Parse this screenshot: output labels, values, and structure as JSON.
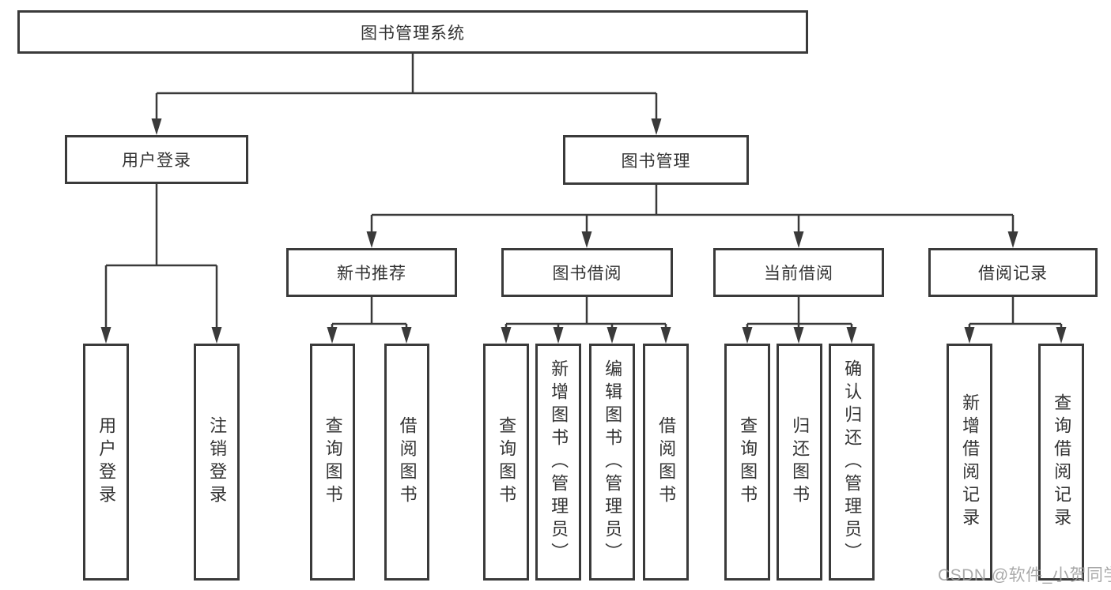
{
  "diagram": {
    "root": {
      "label": "图书管理系统"
    },
    "level2": [
      {
        "id": "user-login",
        "label": "用户登录"
      },
      {
        "id": "book-management",
        "label": "图书管理"
      }
    ],
    "level3": [
      {
        "id": "new-book-recommend",
        "label": "新书推荐"
      },
      {
        "id": "book-borrowing",
        "label": "图书借阅"
      },
      {
        "id": "current-borrowing",
        "label": "当前借阅"
      },
      {
        "id": "borrowing-records",
        "label": "借阅记录"
      }
    ],
    "leaves": {
      "user_login": [
        {
          "label": "用户登录"
        },
        {
          "label": "注销登录"
        }
      ],
      "new_book": [
        {
          "label": "查询图书"
        },
        {
          "label": "借阅图书"
        }
      ],
      "book_borrow": [
        {
          "label": "查询图书"
        },
        {
          "label": "新增图书（管理员）"
        },
        {
          "label": "编辑图书（管理员）"
        },
        {
          "label": "借阅图书"
        }
      ],
      "current_borrow": [
        {
          "label": "查询图书"
        },
        {
          "label": "归还图书"
        },
        {
          "label": "确认归还（管理员）"
        }
      ],
      "borrow_record": [
        {
          "label": "新增借阅记录"
        },
        {
          "label": "查询借阅记录"
        }
      ]
    },
    "watermark": {
      "text": "CSDN @软件_小贺同学"
    },
    "colors": {
      "line": "#3a3a3a",
      "box_border": "#3a3a3a",
      "text": "#333333",
      "watermark": "#9b9b9b",
      "background": "#ffffff"
    }
  }
}
